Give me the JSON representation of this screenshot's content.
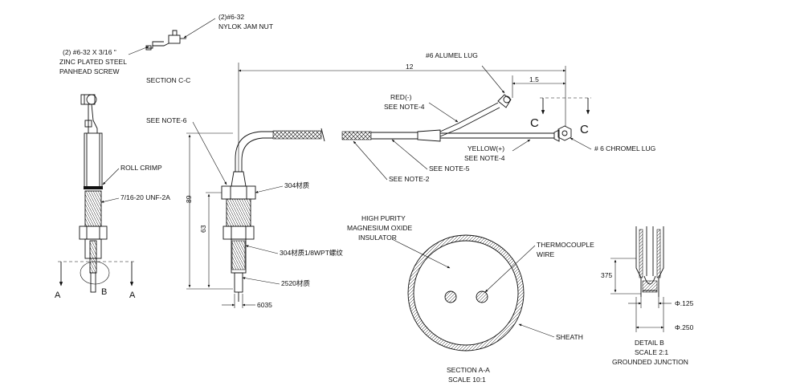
{
  "labels": {
    "jam_nut_qty": "(2)#6-32",
    "jam_nut": "NYLOK JAM NUT",
    "screw_qty": "(2) #6-32 X 3/16 \"",
    "screw_material": "ZINC PLATED STEEL",
    "screw_type": "PANHEAD SCREW",
    "section_cc": "SECTION C-C",
    "roll_crimp": "ROLL CRIMP",
    "thread": "7/16-20 UNF-2A",
    "see_note_6": "SEE NOTE-6",
    "material_304": "304材质",
    "fitting_304": "304材质1/8WPT螺纹",
    "material_2520": "2520材质",
    "dim_89": "89",
    "dim_63": "63",
    "dim_6035": "6035",
    "section_a_left": "A",
    "section_a_right": "A",
    "detail_b": "B",
    "alumel_lug": "#6 ALUMEL LUG",
    "dim_12": "12",
    "dim_1_5": "1.5",
    "red": "RED(-)",
    "see_note_4a": "SEE NOTE-4",
    "section_c_left": "C",
    "section_c_right": "C",
    "yellow": "YELLOW(+)",
    "see_note_4b": "SEE NOTE-4",
    "chromel_lug": "# 6 CHROMEL LUG",
    "see_note_5": "SEE NOTE-5",
    "see_note_2": "SEE NOTE-2",
    "mgo_1": "HIGH PURITY",
    "mgo_2": "MAGNESIUM OXIDE",
    "mgo_3": "INSULATOR",
    "tc_wire_1": "THERMOCOUPLE",
    "tc_wire_2": "WIRE",
    "sheath": "SHEATH",
    "section_aa": "SECTION A-A",
    "scale_10": "SCALE 10:1",
    "dim_375": "375",
    "dim_125": "Φ.125",
    "dim_250": "Φ.250",
    "detail_b_title": "DETAIL B",
    "scale_2": "SCALE 2:1",
    "grounded": "GROUNDED JUNCTION"
  }
}
